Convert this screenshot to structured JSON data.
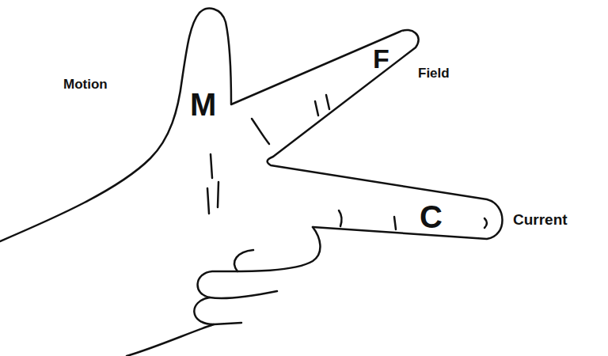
{
  "diagram": {
    "labels": [
      "Motion",
      "M",
      "F",
      "Field",
      "C",
      "Current"
    ]
  }
}
